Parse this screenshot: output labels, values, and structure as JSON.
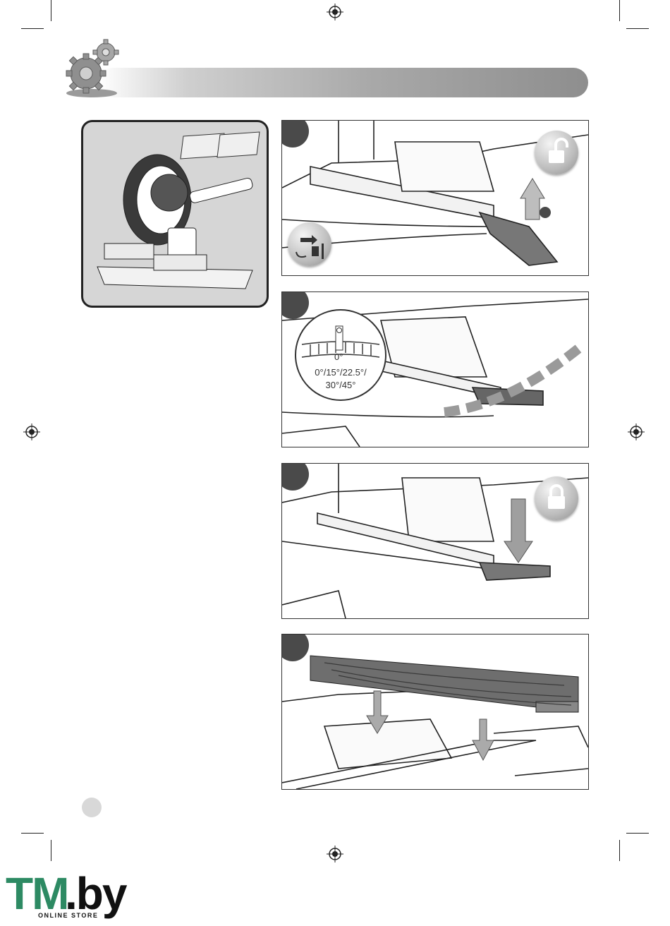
{
  "dial": {
    "zero_label": "0°",
    "angles_line1": "0°/15°/22.5°/",
    "angles_line2": "30°/45°"
  },
  "logo": {
    "brand": "TM",
    "suffix": ".by",
    "tagline": "ONLINE STORE"
  },
  "icons": {
    "unlock": "unlock-padlock-icon",
    "lock": "lock-padlock-icon",
    "unplug": "unplug-icon",
    "gears": "gears-icon",
    "registration": "registration-mark-icon"
  },
  "colors": {
    "header_bar_start": "#4a4a4a",
    "header_bar_end": "#d9d9d9",
    "step_dot": "#4a4a4a",
    "page_dot": "#d8d8d8",
    "logo_green": "#2d8a63",
    "wood": "#6e6e6e"
  }
}
